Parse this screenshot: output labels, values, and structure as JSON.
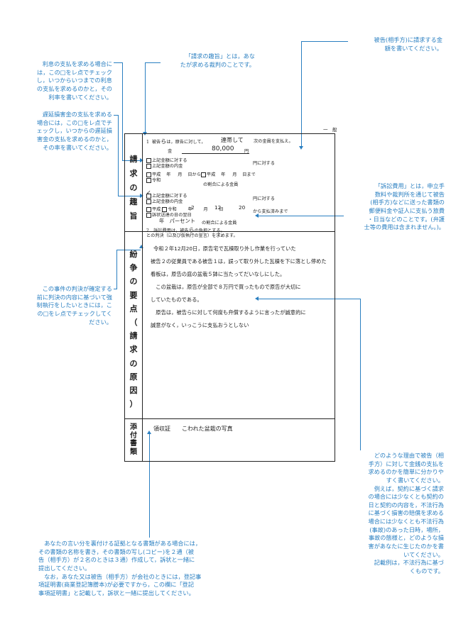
{
  "colors": {
    "annotation": "#2a7fc1",
    "form_line": "#222222"
  },
  "header_mark": "一　般",
  "annotations": {
    "interest": [
      "利息の支払を求める場合に",
      "は，この□をレ点でチェック",
      "し，いつからいつまでの利息",
      "の支払を求めるのかと，その",
      "利率を書いてください。"
    ],
    "claim_meaning": [
      "「請求の趣旨」とは，あな",
      "たが求める裁判のことです。"
    ],
    "amount": [
      "被告(相手方)に請求する金",
      "額を書いてください。"
    ],
    "delay": [
      "遅延損害金の支払を求める",
      "場合には，この□をレ点でチ",
      "ェックし，いつからの遅延損",
      "害金の支払を求めるのかと，",
      "その率を書いてください。"
    ],
    "costs": [
      "「訴訟費用」とは，申立手",
      "数料や裁判所を通じて被告",
      "(相手方)などに送った書類の",
      "郵便料金や証人に支払う旅費",
      "・日当などのことです。(弁護",
      "士等の費用は含まれません。)。"
    ],
    "provisional": [
      "この事件の判決が確定する",
      "前に判決の内容に基づいて強",
      "制執行をしたいときには，こ",
      "の□をレ点でチェックしてく",
      "ださい。"
    ],
    "reason": [
      "どのような理由で被告（相",
      "手方）に対して金銭の支払を",
      "求めるのかを簡単に分かりや",
      "すく書いてください。",
      "　例えば，契約に基づく請求",
      "の場合には少なくとも契約の",
      "日と契約の内容を，不法行為",
      "に基づく損害の賠償を求める",
      "場合には少なくとも不法行為",
      "(事故)のあった日時，場所，",
      "事故の態様と，どのような損",
      "害があなたに生じたのかを書",
      "いてください。",
      "　記載例は，不法行為に基づ",
      "くものです。"
    ],
    "evidence": [
      "　あなたの言い分を裏付ける証拠となる書類がある場合には，",
      "その書類の名称を書き，その書類の写し(コピー)を２通（被",
      "告（相手方）が２名のときは３通）作成して，訴状と一緒に",
      "提出してください。",
      "　なお，あなた又は被告（相手方）が会社のときには，登記事",
      "項証明書(商業登記簿謄本)が必要ですから，この欄に「登記",
      "事項証明書」と記載して，訴状と一緒に提出してください。"
    ]
  },
  "form": {
    "section1_label": [
      "請",
      "求",
      "の",
      "趣",
      "旨"
    ],
    "section2_label": [
      "紛",
      "争",
      "の",
      "要",
      "点",
      "（",
      "請",
      "求",
      "の",
      "原",
      "因",
      "）"
    ],
    "section3_label": [
      "添",
      "付",
      "書",
      "類"
    ],
    "line1_num": "1",
    "line1_a": "被告",
    "line1_b": "は，原告に対して，",
    "joint": "連帯して",
    "line1_c": "次の金員を支払え。",
    "kin": "金",
    "amount": "80,000",
    "yen": "円",
    "ue_a": "上記金額に対する",
    "ue_b": "上記金額の内金",
    "en_taisuru": "円に対する",
    "heisei": "平成",
    "reiwa": "令和",
    "nen": "年",
    "tsuki": "月",
    "hi_kara": "日から",
    "hi_made": "日まで",
    "rate_text": "の割合による金員",
    "ue_c": "上記金額に対する",
    "ue_d": "上記金額の内金",
    "delay_year": "2",
    "delay_month": "12",
    "delay_day": "20",
    "delay_next": "訴状送達の日の翌日",
    "paid_until": "から支払済みまで",
    "delay_rate_hw": "年　パーセント",
    "delay_rate_text": "の割合による金員",
    "line2": "2　訴訟費用は，被告",
    "line2_b": "の負担とする。",
    "line3": "との判決",
    "line3_b": "（☑及び仮執行の宣言）を求めます。",
    "narrative": [
      "令和２年12月20日，原告宅で瓦棟取り外し作業を行っていた",
      "被告２の従業員である被告１は，誤って取り外した瓦棟を下に落とし停めた",
      "看板は，原告の庭の盆栽５鉢に当たってだいなしにした。",
      "　この盆栽は，原告が全部で８万円で買ったもので原告が大切に",
      "していたものである。",
      "　原告は，被告らに対して何度も弁償するように言ったが誠意的に",
      "誠意がなく，いっこうに支払おうとしない"
    ],
    "attachments": "領収証　　こわれた盆栽の写真"
  }
}
